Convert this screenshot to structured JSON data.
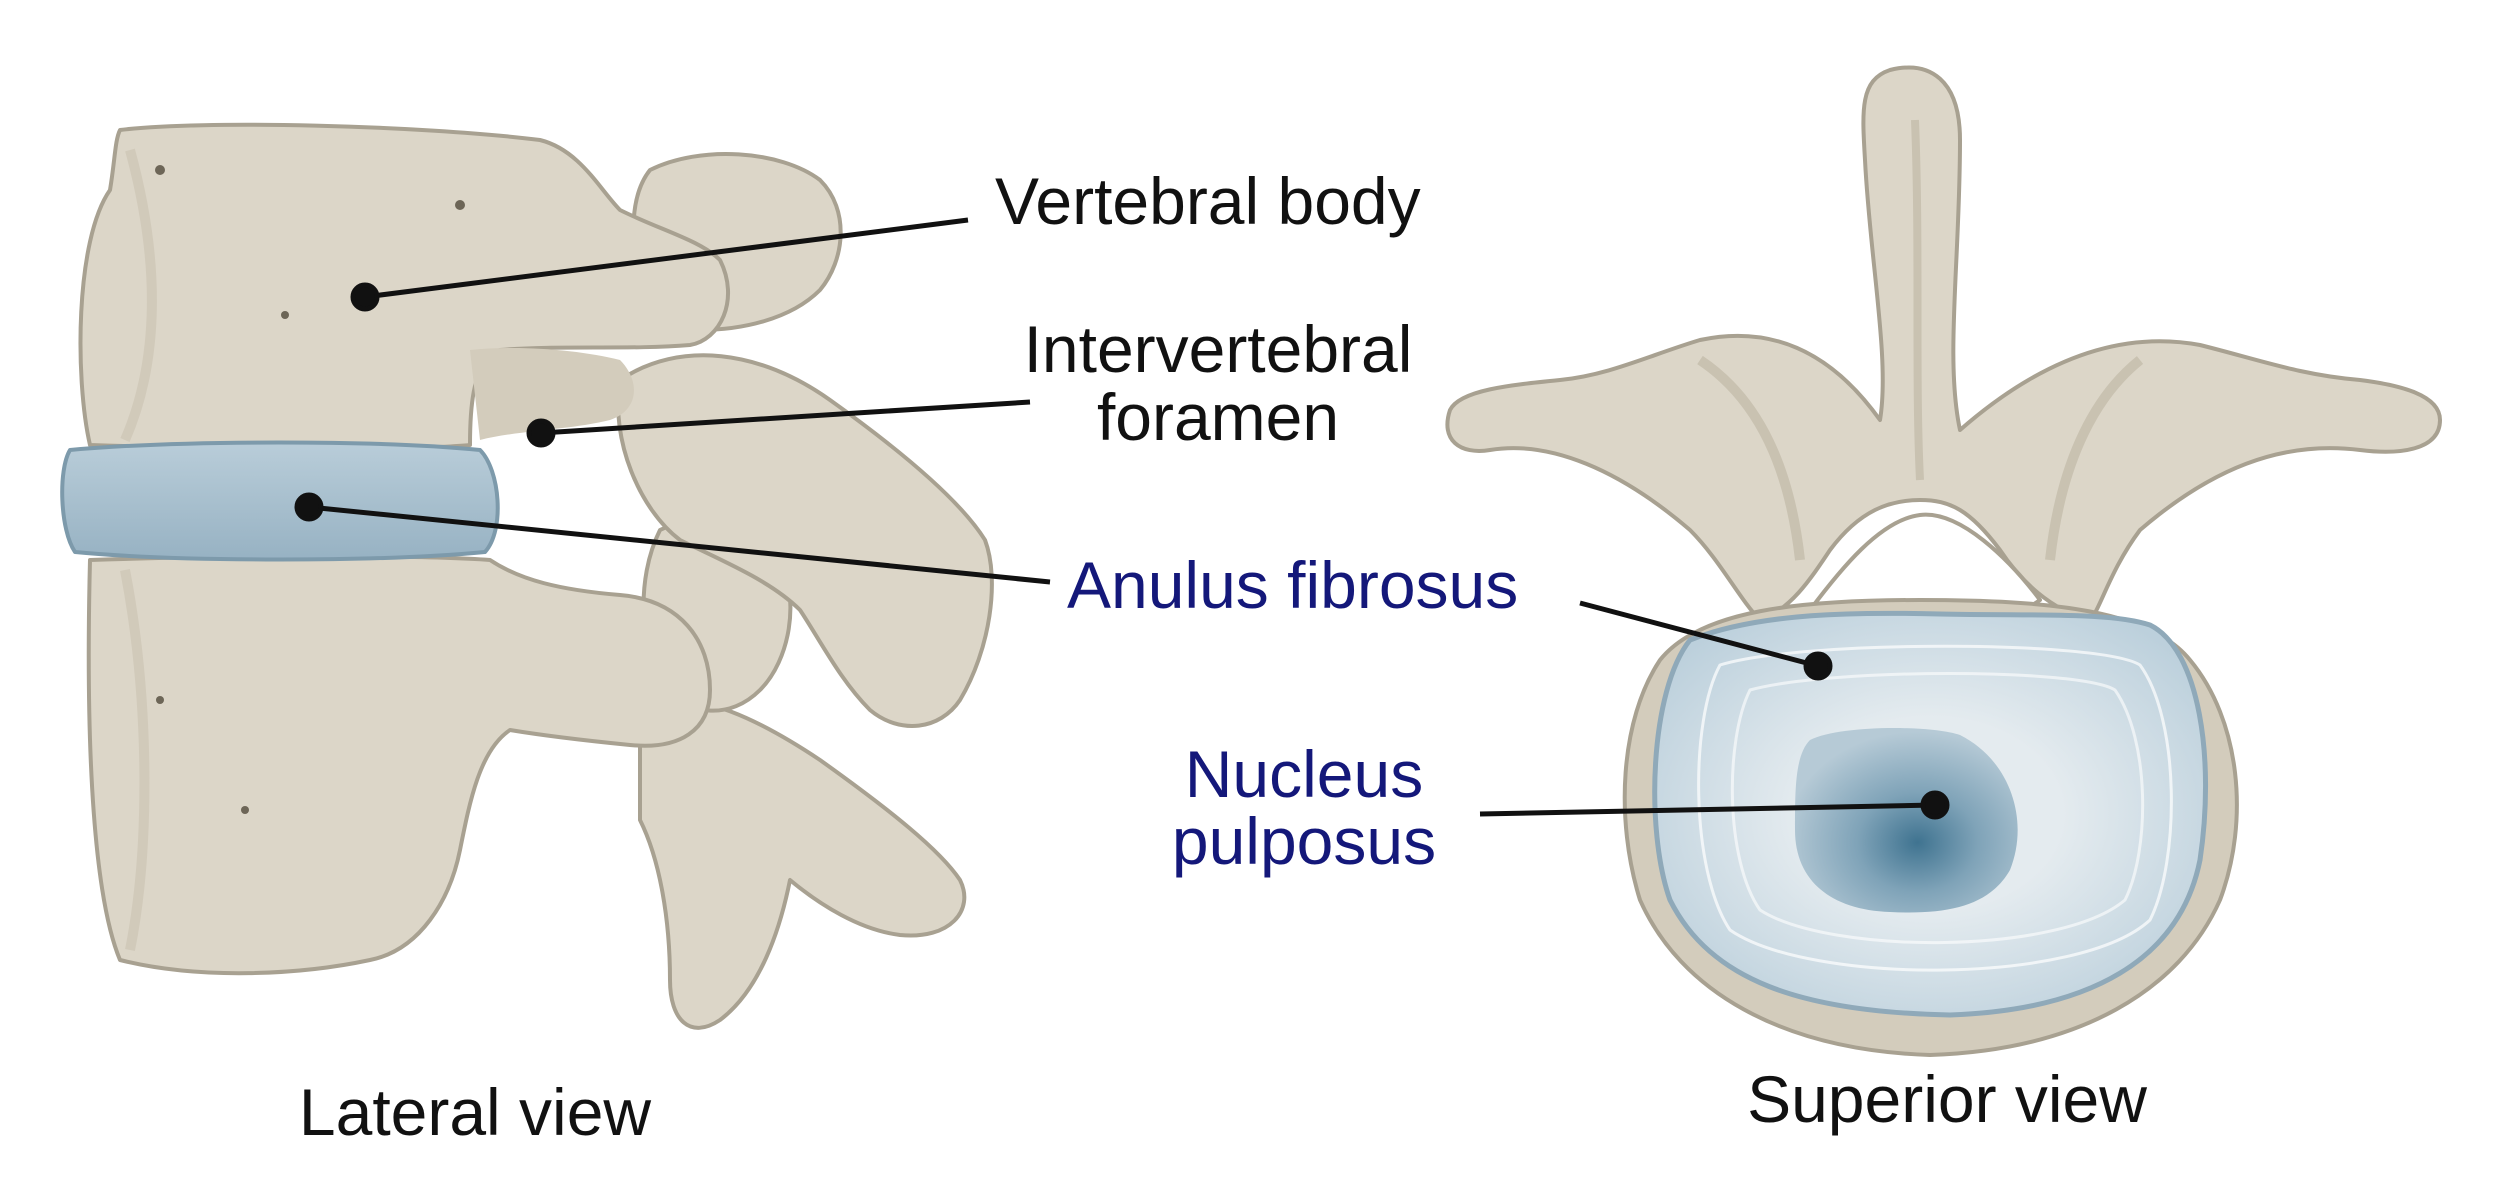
{
  "labels": {
    "vertebral_body": "Vertebral body",
    "intervertebral_line1": "Intervertebral",
    "intervertebral_line2": "foramen",
    "anulus_fibrosus": "Anulus fibrosus",
    "nucleus_line1": "Nucleus",
    "nucleus_line2": "pulposus",
    "lateral_view": "Lateral view",
    "superior_view": "Superior view"
  },
  "colors": {
    "bone_fill": "#dcd6c8",
    "bone_shade": "#c9c2b1",
    "bone_stroke": "#a8a191",
    "disc_fill": "#a9c0cf",
    "disc_light": "#dfe7ec",
    "nucleus_center": "#3f7390",
    "black_label": "#111111",
    "blue_label": "#14187a"
  }
}
